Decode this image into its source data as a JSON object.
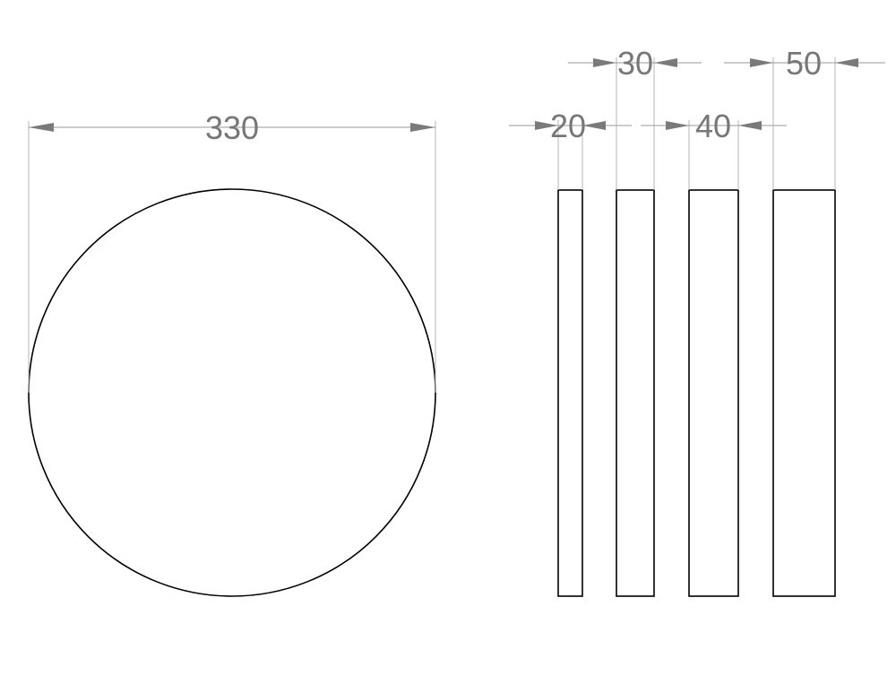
{
  "drawing": {
    "colors": {
      "outline": "#000000",
      "dimension_text": "#777777",
      "dimension_line": "#9a9a9a",
      "background": "#ffffff"
    },
    "disc": {
      "diameter_label": "330",
      "diameter": 330
    },
    "profiles": [
      {
        "thickness_label": "20",
        "thickness": 20
      },
      {
        "thickness_label": "30",
        "thickness": 30
      },
      {
        "thickness_label": "40",
        "thickness": 40
      },
      {
        "thickness_label": "50",
        "thickness": 50
      }
    ]
  }
}
